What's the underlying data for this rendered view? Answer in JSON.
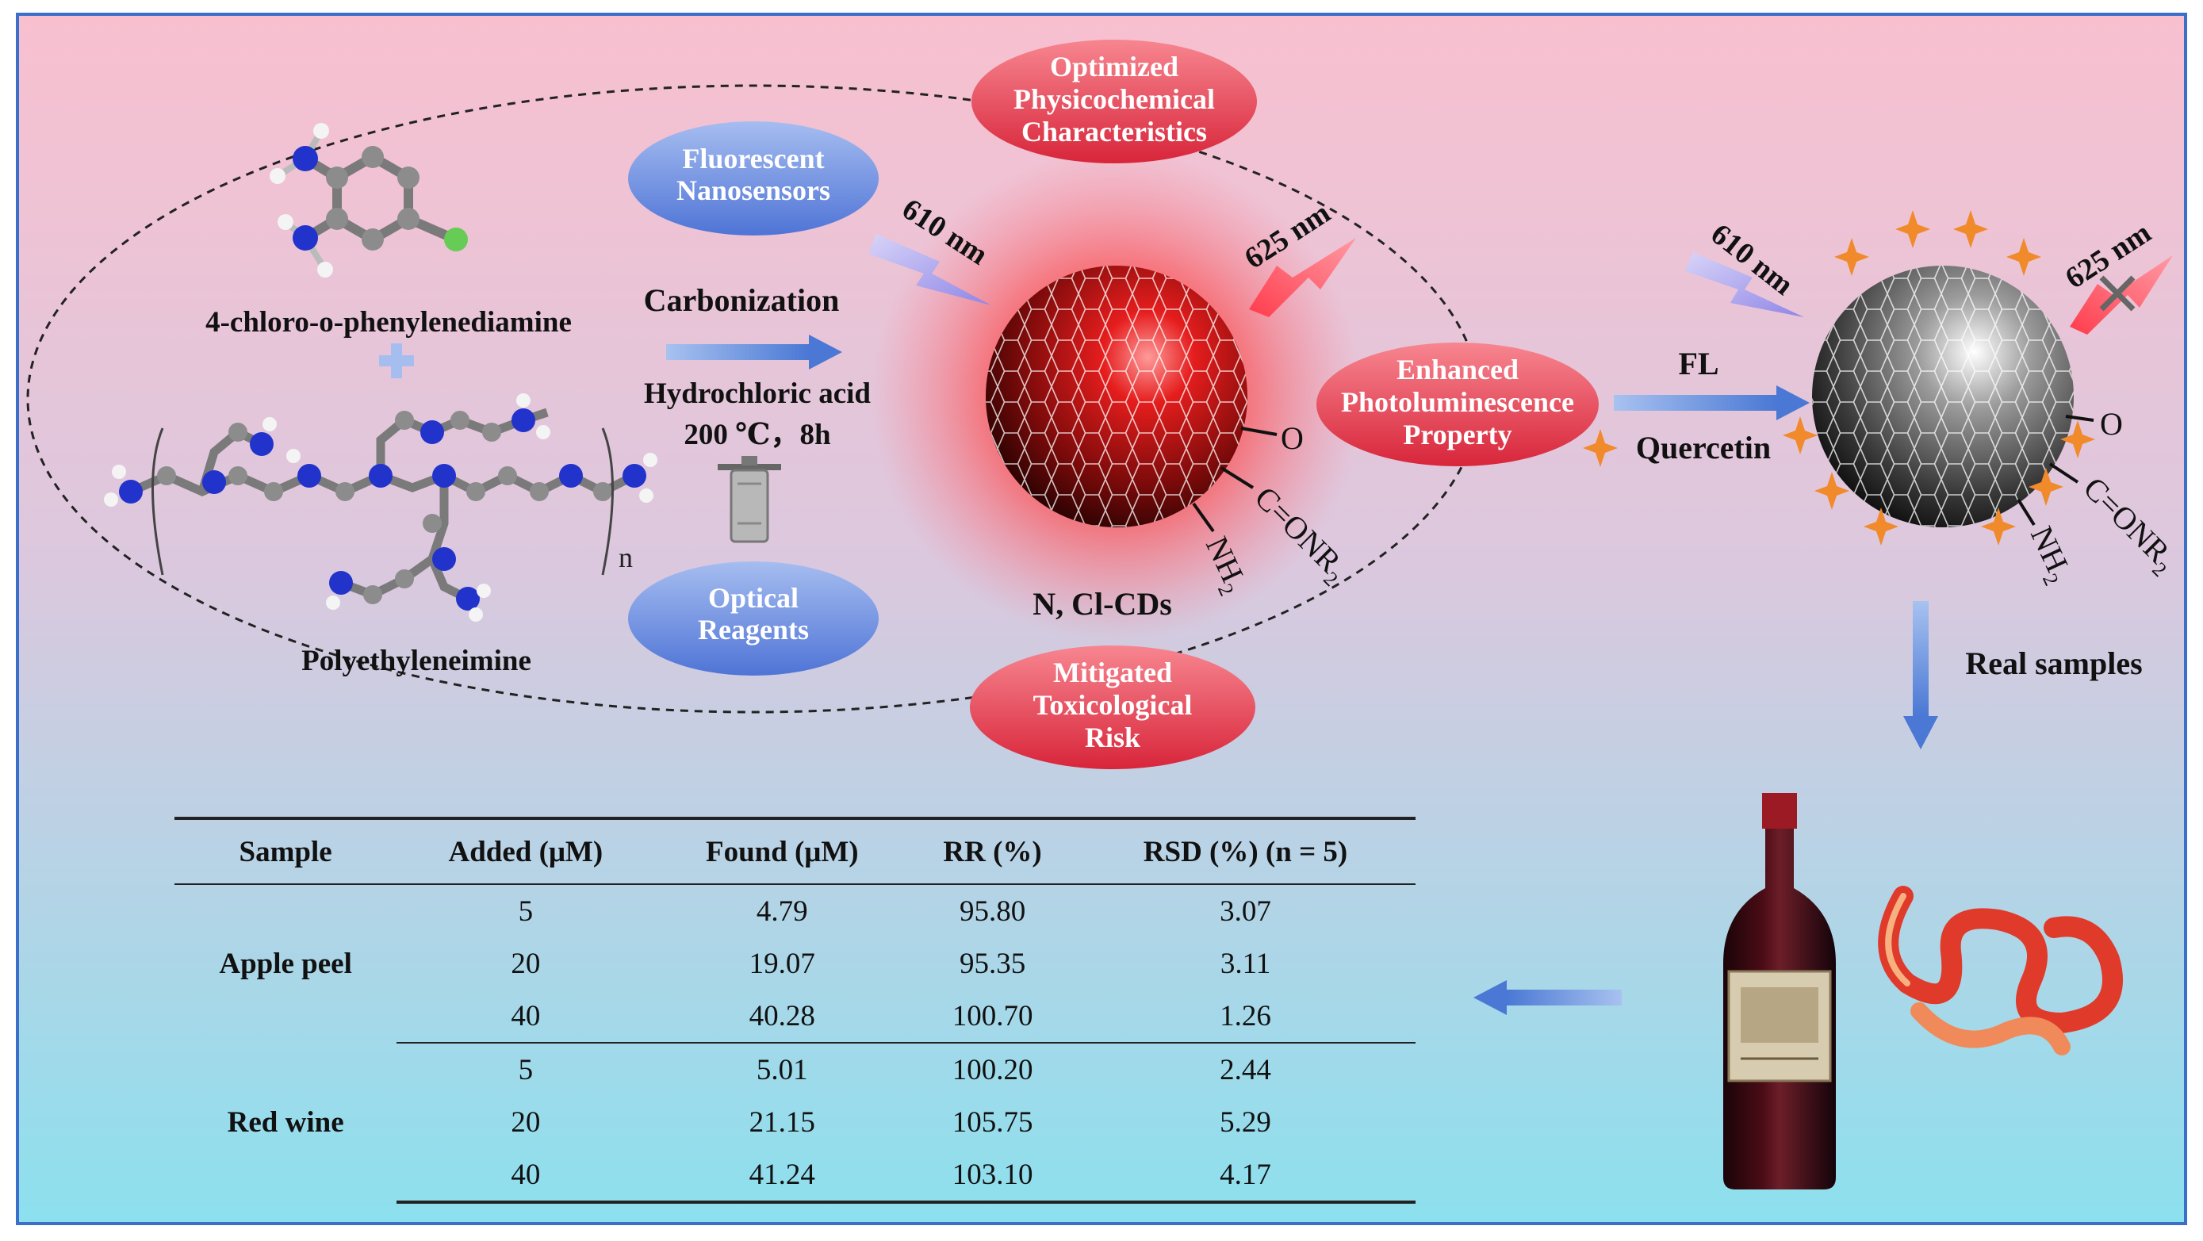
{
  "molecules": {
    "precursor_1": "4-chloro-o-phenylenediamine",
    "precursor_2": "Polyethyleneimine",
    "repeat_n": "n"
  },
  "synthesis": {
    "step": "Carbonization",
    "conditions_1": "Hydrochloric acid",
    "conditions_2": "200 ℃，8h"
  },
  "features": {
    "top_left": [
      "Fluorescent",
      "Nanosensors"
    ],
    "top": [
      "Optimized",
      "Physicochemical",
      "Characteristics"
    ],
    "right": [
      "Enhanced",
      "Photoluminescence",
      "Property"
    ],
    "bottom_left": [
      "Optical",
      "Reagents"
    ],
    "bottom": [
      "Mitigated",
      "Toxicological",
      "Risk"
    ]
  },
  "cd": {
    "name": "N, Cl-CDs",
    "excitation": "610 nm",
    "emission": "625 nm",
    "group_o": "O",
    "group_amide": "C=ONR",
    "group_amine": "NH",
    "subscript": "2"
  },
  "detection": {
    "mode": "FL",
    "analyte": "Quercetin",
    "excitation": "610 nm",
    "emission": "625 nm"
  },
  "samples_label": "Real samples",
  "colors": {
    "bg_top": "#f7c2d0",
    "bg_bottom": "#8fdfec",
    "border": "#3b6fc9",
    "blue_pill": "#6c8ee0",
    "red_pill": "#e23a4c",
    "arrow": "#5c88d8",
    "quercetin_star": "#f08a2a"
  },
  "table": {
    "headers": [
      "Sample",
      "Added (μM)",
      "Found (μM)",
      "RR (%)",
      "RSD (%) (n = 5)"
    ],
    "groups": [
      {
        "sample": "Apple peel",
        "rows": [
          [
            "5",
            "4.79",
            "95.80",
            "3.07"
          ],
          [
            "20",
            "19.07",
            "95.35",
            "3.11"
          ],
          [
            "40",
            "40.28",
            "100.70",
            "1.26"
          ]
        ]
      },
      {
        "sample": "Red wine",
        "rows": [
          [
            "5",
            "5.01",
            "100.20",
            "2.44"
          ],
          [
            "20",
            "21.15",
            "105.75",
            "5.29"
          ],
          [
            "40",
            "41.24",
            "103.10",
            "4.17"
          ]
        ]
      }
    ]
  }
}
